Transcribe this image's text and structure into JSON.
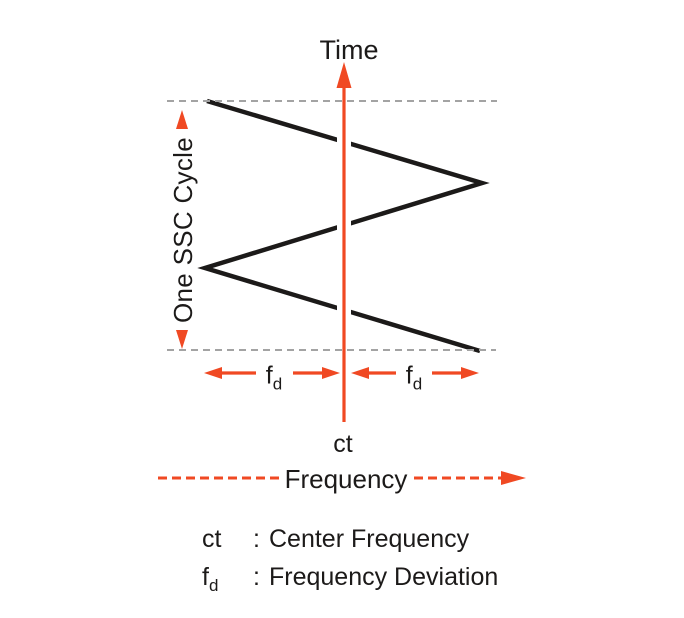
{
  "axes": {
    "time_label": "Time",
    "frequency_label": "Frequency",
    "center_tick_label": "ct"
  },
  "cycle_span_label": "One SSC Cycle",
  "deviation_label": {
    "base": "f",
    "sub": "d"
  },
  "legend": {
    "colon": ":",
    "items": [
      {
        "term_base": "ct",
        "term_sub": "",
        "definition": "Center Frequency"
      },
      {
        "term_base": "f",
        "term_sub": "d",
        "definition": "Frequency Deviation"
      }
    ]
  },
  "colors": {
    "accent": "#F04923",
    "waveform": "#1C1A19",
    "bounds": "#A3A3A3",
    "background": "#FFFFFF"
  }
}
